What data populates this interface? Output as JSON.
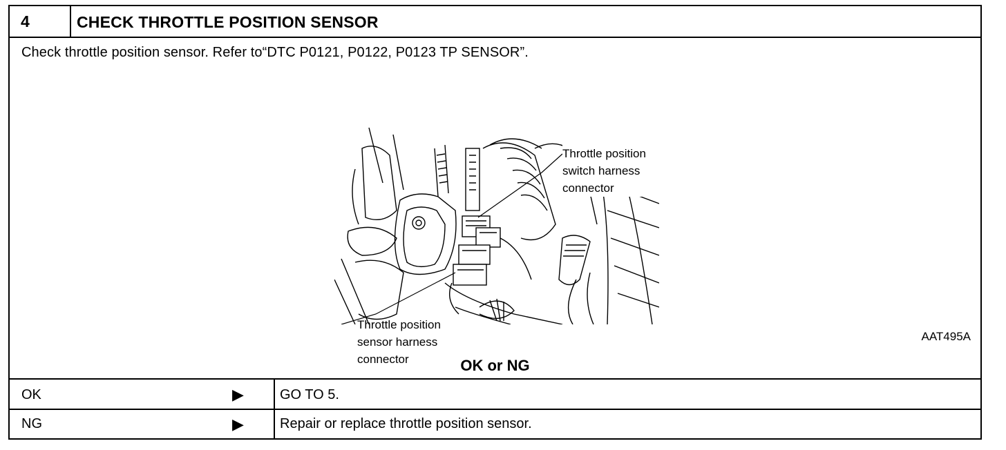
{
  "step": {
    "number": "4",
    "title": "CHECK THROTTLE POSITION SENSOR"
  },
  "instruction": "Check throttle position sensor. Refer to“DTC P0121, P0122, P0123 TP  SENSOR”.",
  "figure": {
    "label_top": [
      "Throttle position",
      "switch harness",
      "connector"
    ],
    "label_bottom": [
      "Throttle position",
      "sensor harness",
      "connector"
    ],
    "code": "AAT495A"
  },
  "decision": "OK or NG",
  "results": [
    {
      "label": "OK",
      "arrow": "▶",
      "action": "GO TO 5."
    },
    {
      "label": "NG",
      "arrow": "▶",
      "action": "Repair or replace throttle position sensor."
    }
  ]
}
